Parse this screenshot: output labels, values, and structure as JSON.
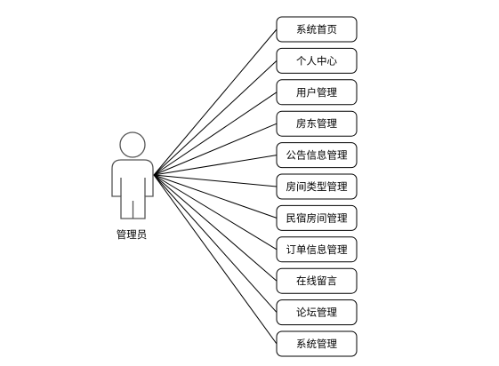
{
  "actor": {
    "label": "管理员",
    "icon": "person-icon"
  },
  "use_cases": [
    {
      "label": "系统首页"
    },
    {
      "label": "个人中心"
    },
    {
      "label": "用户管理"
    },
    {
      "label": "房东管理"
    },
    {
      "label": "公告信息管理"
    },
    {
      "label": "房间类型管理"
    },
    {
      "label": "民宿房间管理"
    },
    {
      "label": "订单信息管理"
    },
    {
      "label": "在线留言"
    },
    {
      "label": "论坛管理"
    },
    {
      "label": "系统管理"
    }
  ],
  "colors": {
    "line": "#000000",
    "box_border": "#000000",
    "actor_stroke": "#555555",
    "background": "#ffffff"
  }
}
